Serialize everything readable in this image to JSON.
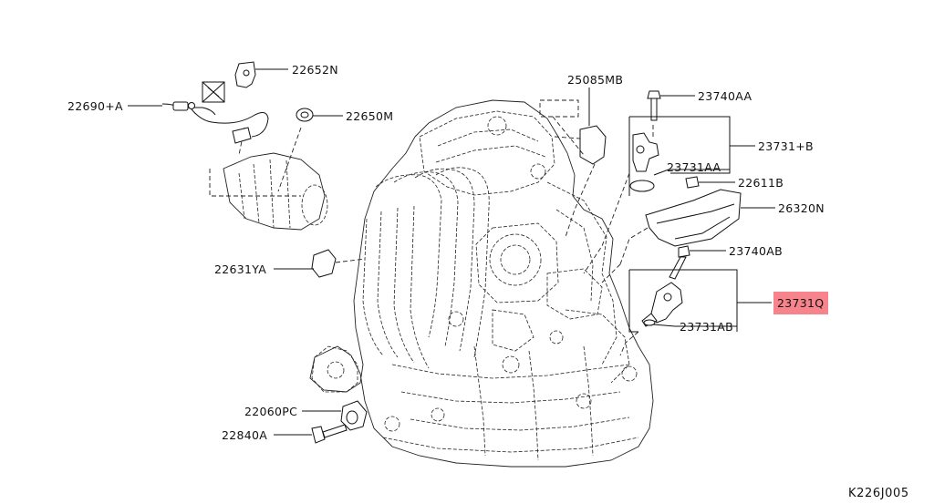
{
  "labels": {
    "p22652N": "22652N",
    "p22690A": "22690+A",
    "p22650M": "22650M",
    "p25085MB": "25085MB",
    "p23740AA": "23740AA",
    "p23731B": "23731+B",
    "p23731AA": "23731AA",
    "p22611B": "22611B",
    "p26320N": "26320N",
    "p23740AB": "23740AB",
    "p22631YA": "22631YA",
    "p23731Q": "23731Q",
    "p23731AB": "23731AB",
    "p22060PC": "22060PC",
    "p22840A": "22840A"
  },
  "diagram_ref": "K226J005",
  "colors": {
    "highlight": "#f7838c",
    "ink": "#111111"
  }
}
